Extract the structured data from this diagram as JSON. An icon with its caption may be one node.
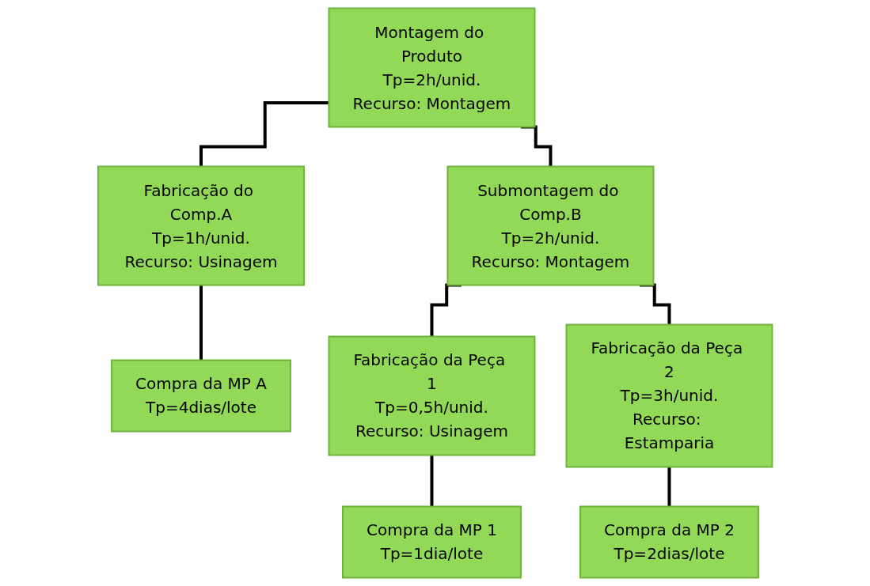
{
  "diagram": {
    "nodes": [
      {
        "text": [
          "Montagem do Produto",
          "Tp=2h/unid.",
          "Recurso: Montagem"
        ]
      },
      {
        "text": [
          "Fabricação do Comp.A",
          "Tp=1h/unid.",
          "Recurso: Usinagem"
        ]
      },
      {
        "text": [
          "Submontagem do Comp.B",
          "Tp=2h/unid.",
          "Recurso: Montagem"
        ]
      },
      {
        "text": [
          "Compra da MP A",
          "Tp=4dias/lote"
        ]
      },
      {
        "text": [
          "Fabricação da Peça 1",
          "Tp=0,5h/unid.",
          "Recurso: Usinagem"
        ]
      },
      {
        "text": [
          "Fabricação da Peça 2",
          "Tp=3h/unid.",
          "Recurso: Estamparia"
        ]
      },
      {
        "text": [
          "Compra da MP 1",
          "Tp=1dia/lote"
        ]
      },
      {
        "text": [
          "Compra da MP 2",
          "Tp=2dias/lote"
        ]
      }
    ],
    "edges": [
      {
        "from": 0,
        "to": 1,
        "arrow": "none"
      },
      {
        "from": 0,
        "to": 2,
        "arrow": "none"
      },
      {
        "from": 1,
        "to": 3,
        "arrow": "none"
      },
      {
        "from": 2,
        "to": 4,
        "arrow": "none"
      },
      {
        "from": 2,
        "to": 5,
        "arrow": "none"
      },
      {
        "from": 4,
        "to": 6,
        "arrow": "none"
      },
      {
        "from": 5,
        "to": 7,
        "arrow": "none"
      }
    ]
  }
}
